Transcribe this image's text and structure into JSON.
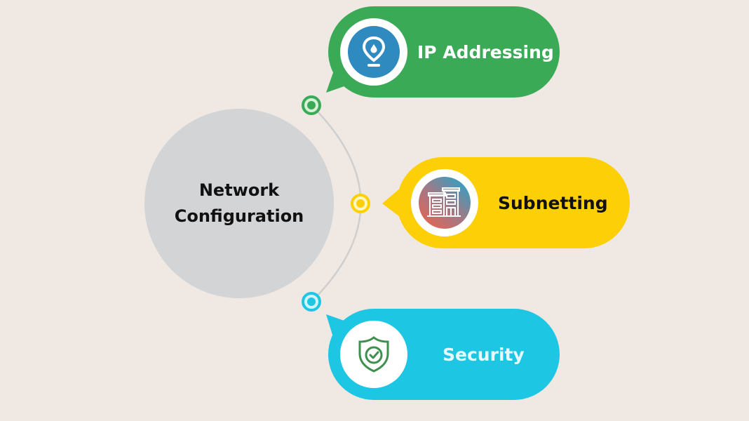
{
  "center": {
    "line1": "Network",
    "line2": "Configuration",
    "color": "#d3d4d6"
  },
  "items": [
    {
      "label": "IP Addressing",
      "icon": "map-pin-icon",
      "color": "#3aaa56",
      "icon_color": "#2f8ac0"
    },
    {
      "label": "Subnetting",
      "icon": "building-icon",
      "color": "#fccf06"
    },
    {
      "label": "Security",
      "icon": "shield-check-icon",
      "color": "#1dc6e3",
      "icon_color": "#3f8f4e"
    }
  ],
  "connector": {
    "color": "#cfcfcf",
    "node_colors": [
      "#3aaa56",
      "#fccf06",
      "#1dc6e3"
    ]
  },
  "background": "#f0e8e3"
}
